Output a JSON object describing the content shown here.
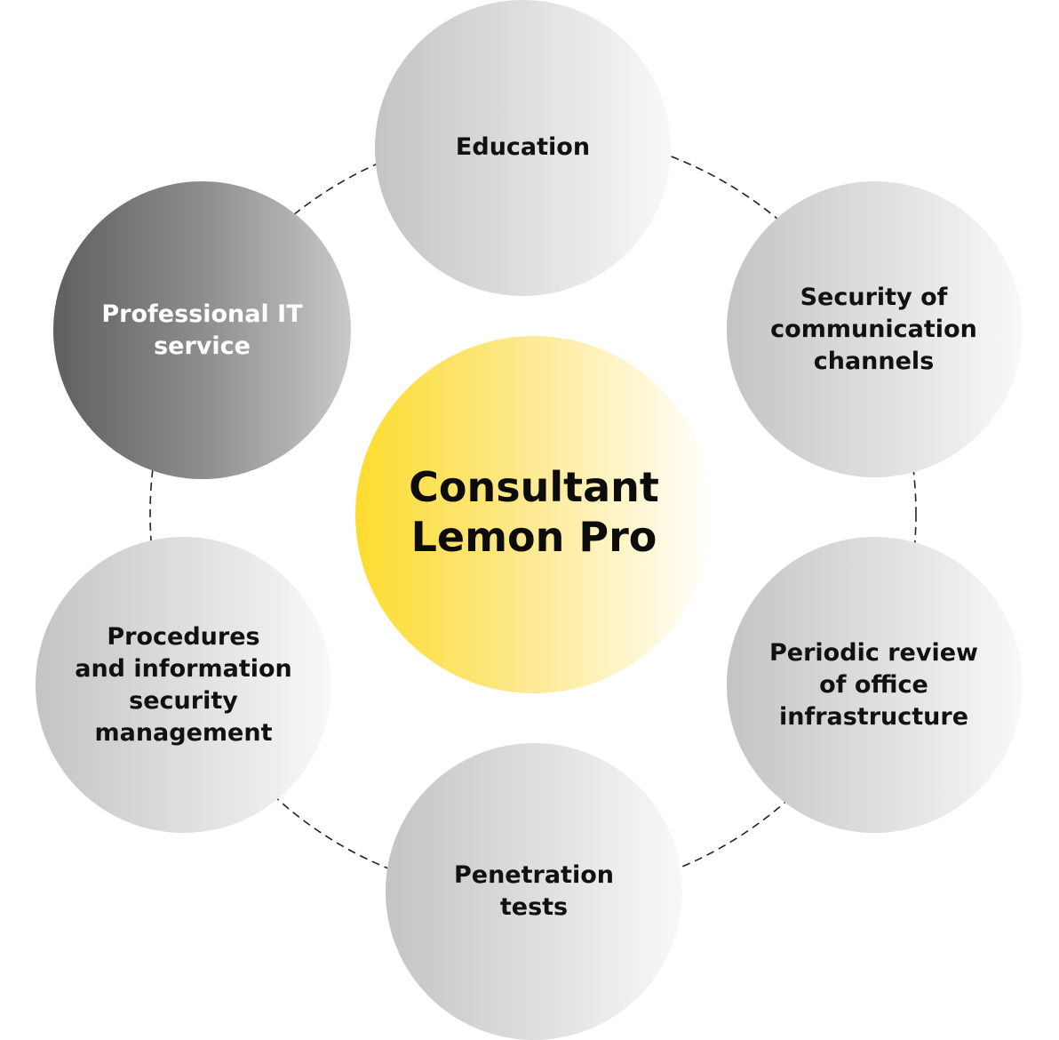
{
  "diagram": {
    "center": {
      "label": "Consultant\nLemon Pro"
    },
    "nodes": {
      "education": {
        "label": "Education"
      },
      "security_channels": {
        "label": "Security of\ncommunication\nchannels"
      },
      "periodic_review": {
        "label": "Periodic review\nof office\ninfrastructure"
      },
      "penetration": {
        "label": "Penetration\ntests"
      },
      "procedures": {
        "label": "Procedures\nand information\nsecurity\nmanagement"
      },
      "professional_it": {
        "label": "Professional IT\nservice"
      }
    },
    "colors": {
      "center_gradient_start": "#fddc2e",
      "center_gradient_end": "#ffffff",
      "node_gradient_start": "#c4c4c4",
      "node_gradient_end": "#f8f8f8",
      "highlight_node_gradient_start": "#5f5f5f",
      "highlight_node_gradient_end": "#c9c9c9",
      "ring_line": "#222222"
    },
    "connector_style": "dashed"
  }
}
